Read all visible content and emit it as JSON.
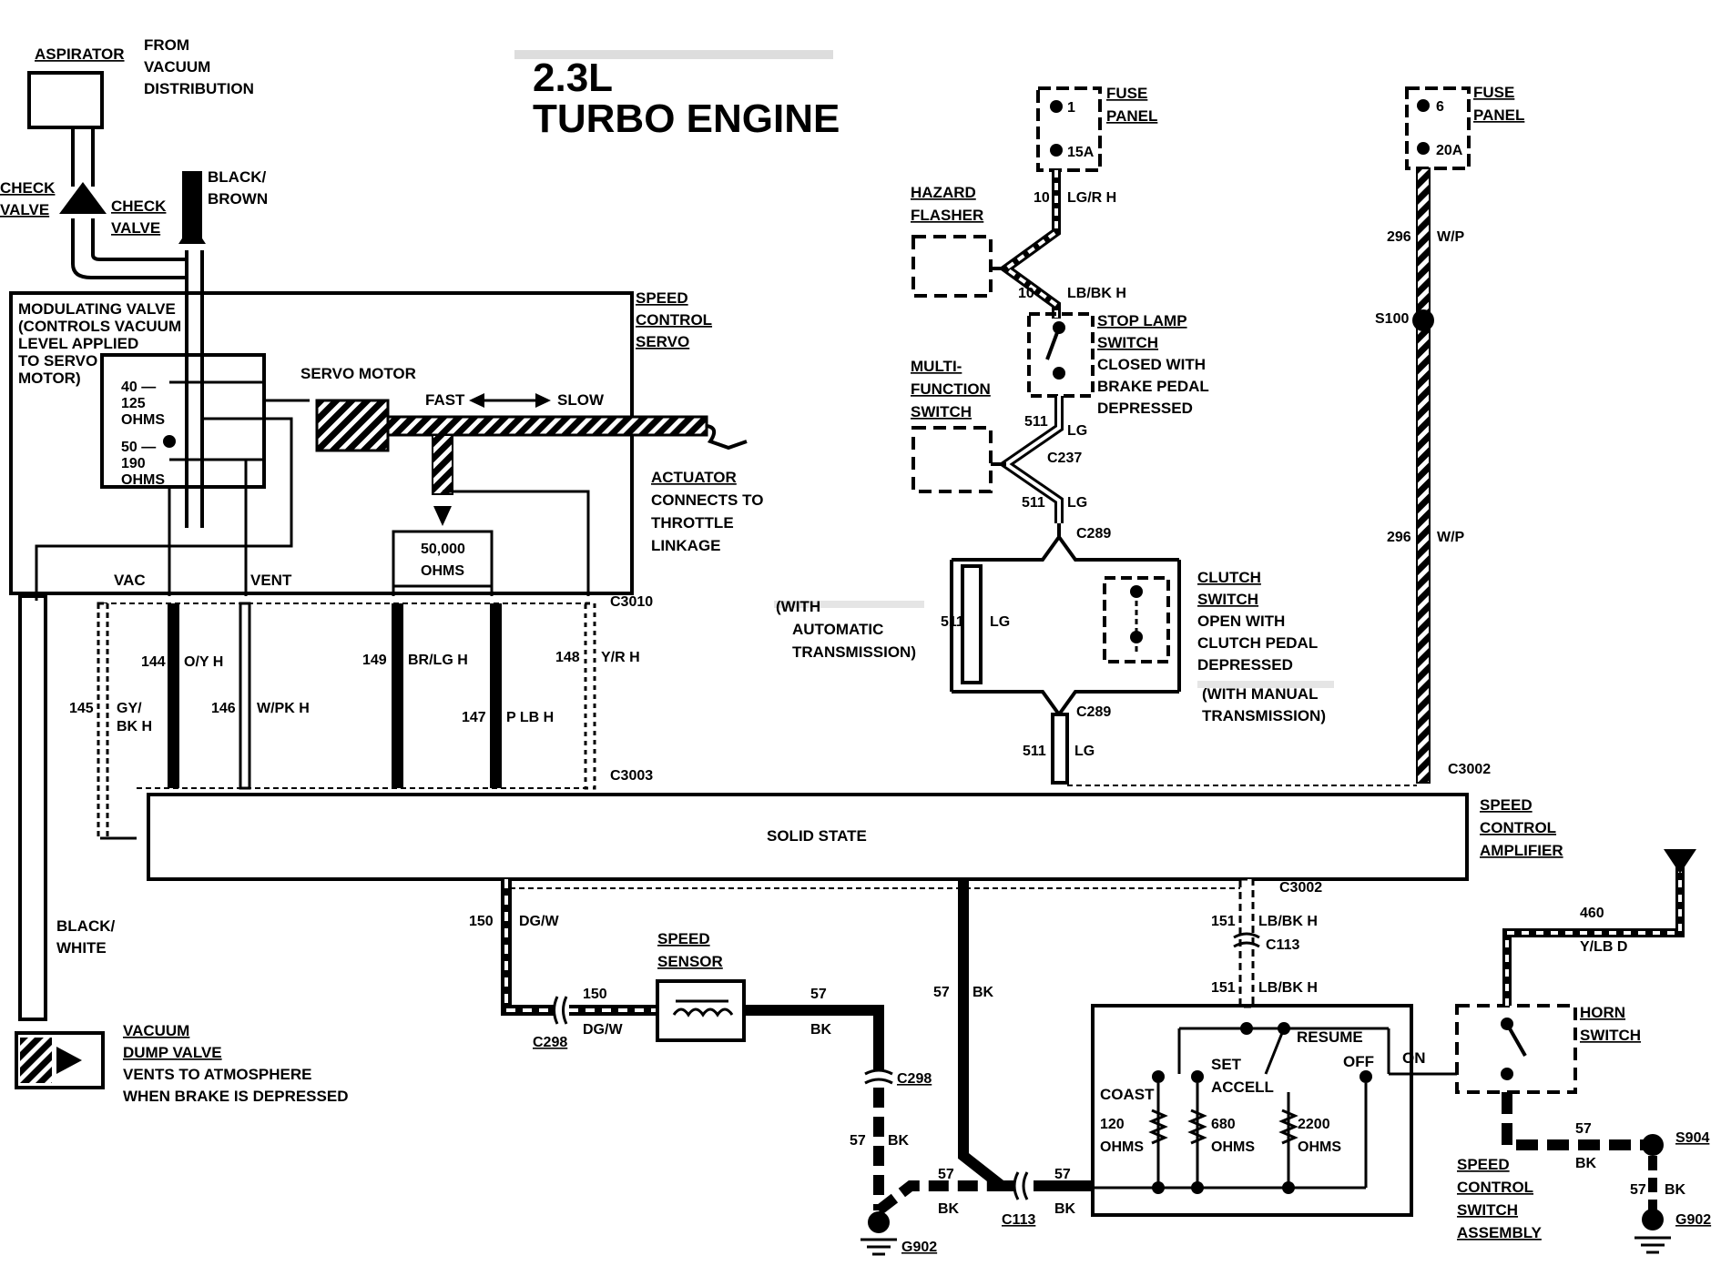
{
  "title": {
    "line1": "2.3L",
    "line2": "TURBO ENGINE"
  },
  "vacuum": {
    "aspirator": "ASPIRATOR",
    "from": [
      "FROM",
      "VACUUM",
      "DISTRIBUTION"
    ],
    "check_valve_left": [
      "CHECK",
      "VALVE"
    ],
    "check_valve_right": [
      "CHECK",
      "VALVE"
    ],
    "black_brown": [
      "BLACK/",
      "BROWN"
    ],
    "black_white": [
      "BLACK/",
      "WHITE"
    ],
    "dump_valve": [
      "VACUUM",
      "DUMP VALVE",
      "VENTS TO ATMOSPHERE",
      "WHEN BRAKE IS DEPRESSED"
    ]
  },
  "servo": {
    "modulating_valve": [
      "MODULATING VALVE",
      "(CONTROLS VACUUM",
      "LEVEL APPLIED",
      "TO SERVO",
      "MOTOR)"
    ],
    "res1": [
      "40 —",
      "125",
      "OHMS"
    ],
    "res2": [
      "50 —",
      "190",
      "OHMS"
    ],
    "servo_motor": "SERVO MOTOR",
    "fast": "FAST",
    "slow": "SLOW",
    "speed_control_servo": [
      "SPEED",
      "CONTROL",
      "SERVO"
    ],
    "actuator": [
      "ACTUATOR",
      "CONNECTS TO",
      "THROTTLE",
      "LINKAGE"
    ],
    "pot": [
      "50,000",
      "OHMS"
    ],
    "vac": "VAC",
    "vent": "VENT",
    "c3010": "C3010",
    "c3003": "C3003"
  },
  "servo_wires": [
    {
      "num": "145",
      "color": [
        "GY/",
        "BK H"
      ]
    },
    {
      "num": "144",
      "color": [
        "O/Y H"
      ]
    },
    {
      "num": "146",
      "color": [
        "W/PK H"
      ]
    },
    {
      "num": "149",
      "color": [
        "BR/LG H"
      ]
    },
    {
      "num": "147",
      "color": [
        "P LB H"
      ]
    },
    {
      "num": "148",
      "color": [
        "Y/R H"
      ]
    }
  ],
  "brake_circuit": {
    "fuse_panel": [
      "FUSE",
      "PANEL"
    ],
    "fuse_num": "1",
    "fuse_amp": "15A",
    "w10a": "10",
    "w10a_color": "LG/R H",
    "hazard": [
      "HAZARD",
      "FLASHER"
    ],
    "w10b": "10",
    "w10b_color": "LB/BK H",
    "stop_lamp": [
      "STOP LAMP",
      "SWITCH",
      "CLOSED WITH",
      "BRAKE PEDAL",
      "DEPRESSED"
    ],
    "multi": [
      "MULTI-",
      "FUNCTION",
      "SWITCH"
    ],
    "w511": "511",
    "w511_color": "LG",
    "c237": "C237",
    "c289": "C289",
    "auto_trans": [
      "(WITH",
      "AUTOMATIC",
      "TRANSMISSION)"
    ],
    "clutch": [
      "CLUTCH",
      "SWITCH",
      "OPEN WITH",
      "CLUTCH PEDAL",
      "DEPRESSED"
    ],
    "manual_trans": [
      "(WITH MANUAL",
      "TRANSMISSION)"
    ]
  },
  "power_circuit": {
    "fuse_panel": [
      "FUSE",
      "PANEL"
    ],
    "fuse_num": "6",
    "fuse_amp": "20A",
    "w296": "296",
    "w296_color": "W/P",
    "s100": "S100",
    "c3002": "C3002"
  },
  "amplifier": {
    "label": "SOLID STATE",
    "name": [
      "SPEED",
      "CONTROL",
      "AMPLIFIER"
    ]
  },
  "lower": {
    "w150": "150",
    "w150_color": "DG/W",
    "c298": "C298",
    "speed_sensor": [
      "SPEED",
      "SENSOR"
    ],
    "w57": "57",
    "w57_color": "BK",
    "g902": "G902",
    "c113": "C113",
    "w151": "151",
    "w151_color": "LB/BK H",
    "c3002": "C3002",
    "w460": "460",
    "w460_color": "Y/LB D",
    "horn_switch": [
      "HORN",
      "SWITCH"
    ],
    "s904": "S904",
    "switch_assembly": [
      "SPEED",
      "CONTROL",
      "SWITCH",
      "ASSEMBLY"
    ],
    "resume": "RESUME",
    "set_accel": [
      "SET",
      "ACCELL"
    ],
    "coast": "COAST",
    "off": "OFF",
    "on": "ON",
    "r120": [
      "120",
      "OHMS"
    ],
    "r680": [
      "680",
      "OHMS"
    ],
    "r2200": [
      "2200",
      "OHMS"
    ]
  }
}
